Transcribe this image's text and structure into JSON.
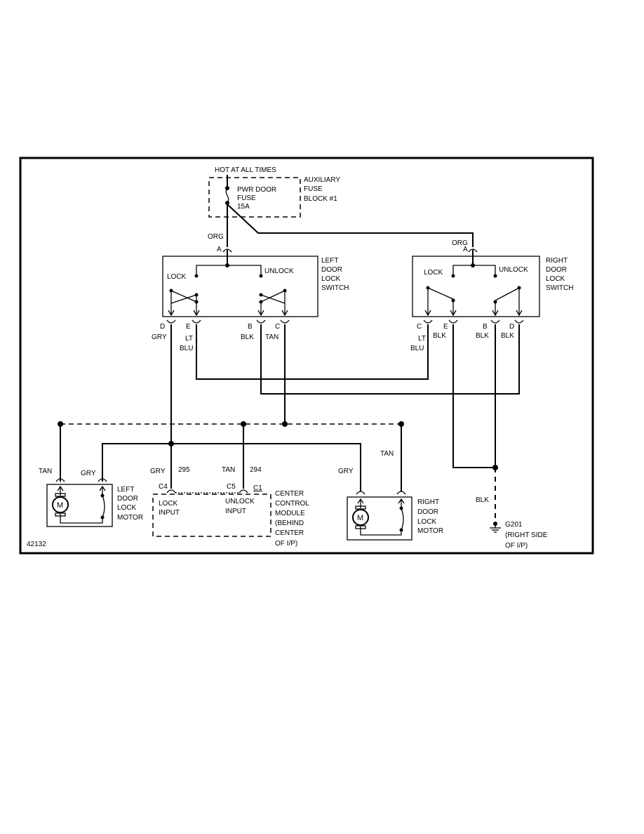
{
  "figure_id": "42132",
  "power": {
    "hot_label": "HOT AT ALL TIMES"
  },
  "fuse_block": {
    "fuse_label": [
      "PWR DOOR",
      "FUSE",
      "15A"
    ],
    "block_label": [
      "AUXILIARY",
      "FUSE",
      "BLOCK #1"
    ]
  },
  "wires": {
    "org": "ORG",
    "gry": "GRY",
    "tan": "TAN",
    "blk": "BLK",
    "lt_blu": [
      "LT",
      "BLU"
    ],
    "circuit_lock": "295",
    "circuit_unlock": "294"
  },
  "left_switch": {
    "name": [
      "LEFT",
      "DOOR",
      "LOCK",
      "SWITCH"
    ],
    "lock": "LOCK",
    "unlock": "UNLOCK",
    "pins": {
      "a": "A",
      "d": "D",
      "e": "E",
      "b": "B",
      "c": "C"
    }
  },
  "right_switch": {
    "name": [
      "RIGHT",
      "DOOR",
      "LOCK",
      "SWITCH"
    ],
    "lock": "LOCK",
    "unlock": "UNLOCK",
    "pins": {
      "a": "A",
      "c": "C",
      "e": "E",
      "b": "B",
      "d": "D"
    }
  },
  "left_motor": {
    "name": [
      "LEFT",
      "DOOR",
      "LOCK",
      "MOTOR"
    ],
    "symbol": "M"
  },
  "right_motor": {
    "name": [
      "RIGHT",
      "DOOR",
      "LOCK",
      "MOTOR"
    ],
    "symbol": "M"
  },
  "module": {
    "name": [
      "CENTER",
      "CONTROL",
      "MODULE",
      "(BEHIND",
      "CENTER",
      "OF I/P)"
    ],
    "lock_input": [
      "LOCK",
      "INPUT"
    ],
    "unlock_input": [
      "UNLOCK",
      "INPUT"
    ],
    "pins": {
      "c4": "C4",
      "c5": "C5",
      "c1": "C1"
    }
  },
  "ground": {
    "name": [
      "G201",
      "(RIGHT SIDE",
      "OF I/P)"
    ]
  }
}
